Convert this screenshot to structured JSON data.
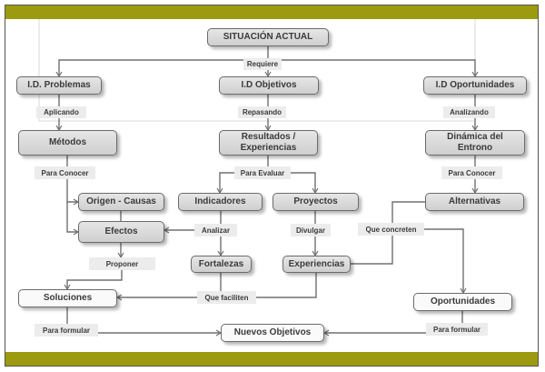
{
  "theme": {
    "band_color": "#9c9a0e",
    "line_color": "#707070",
    "frame_color": "#555555"
  },
  "nodes": {
    "situacion_actual": "SITUACIÓN ACTUAL",
    "id_problemas": "I.D. Problemas",
    "id_objetivos": "I.D Objetivos",
    "id_oportunidades": "I.D Oportunidades",
    "metodos": "Métodos",
    "resultados_experiencias": "Resultados / Experiencias",
    "dinamica_entrono": "Dinámica del Entrono",
    "origen_causas": "Origen - Causas",
    "indicadores": "Indicadores",
    "proyectos": "Proyectos",
    "alternativas": "Alternativas",
    "efectos": "Efectos",
    "fortalezas": "Fortalezas",
    "experiencias": "Experiencias",
    "soluciones": "Soluciones",
    "oportunidades": "Oportunidades",
    "nuevos_objetivos": "Nuevos Objetivos"
  },
  "labels": {
    "requiere": "Requiere",
    "aplicando": "Aplicando",
    "repasando": "Repasando",
    "analizando": "Analizando",
    "para_conocer_left": "Para Conocer",
    "para_evaluar": "Para Evaluar",
    "para_conocer_right": "Para Conocer",
    "analizar": "Analizar",
    "divulgar": "Divulgar",
    "que_concreten": "Que concreten",
    "proponer": "Proponer",
    "que_faciliten": "Que faciliten",
    "para_formular_left": "Para formular",
    "para_formular_right": "Para formular"
  }
}
